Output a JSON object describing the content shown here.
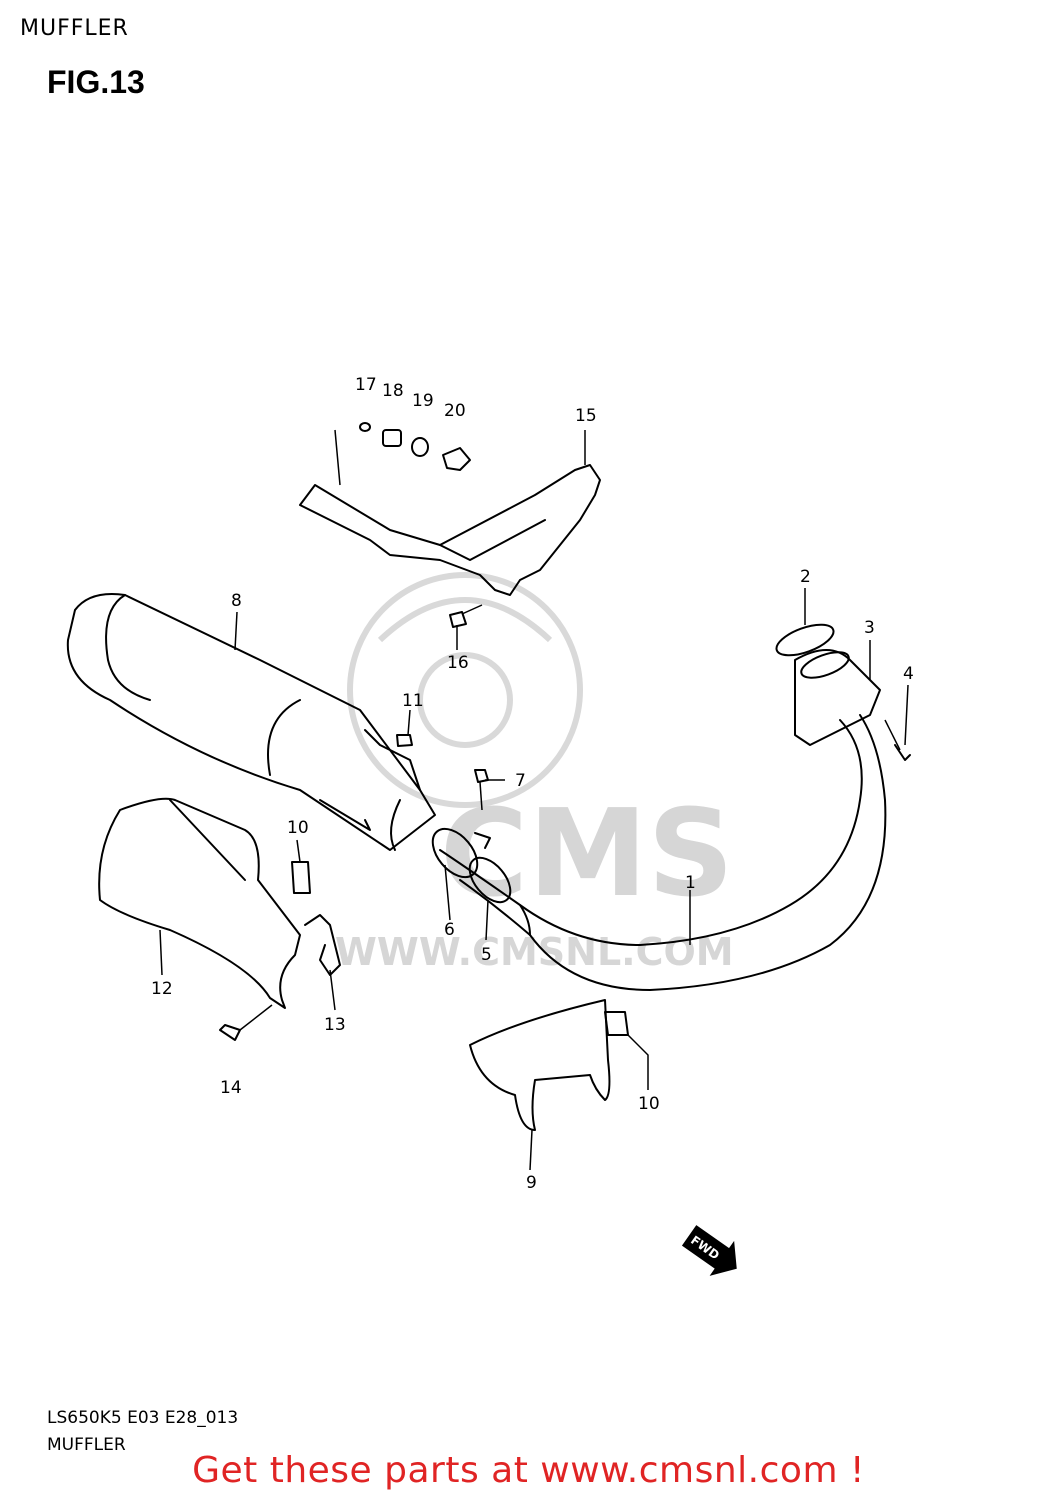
{
  "header": "MUFFLER",
  "figure_label": "FIG.13",
  "footer": {
    "model_code": "LS650K5 E03 E28_013",
    "section_title": "MUFFLER",
    "call_to_action": "Get these parts at www.cmsnl.com !",
    "call_to_action_color": "#e02424"
  },
  "watermark": {
    "brand": "CMS",
    "url": "WWW.CMSNL.COM",
    "color": "#d6d6d6"
  },
  "direction_badge": "FWD",
  "callouts": [
    "1",
    "2",
    "3",
    "4",
    "5",
    "6",
    "7",
    "8",
    "9",
    "10",
    "10",
    "11",
    "12",
    "13",
    "14",
    "15",
    "16",
    "17",
    "18",
    "19",
    "20"
  ]
}
